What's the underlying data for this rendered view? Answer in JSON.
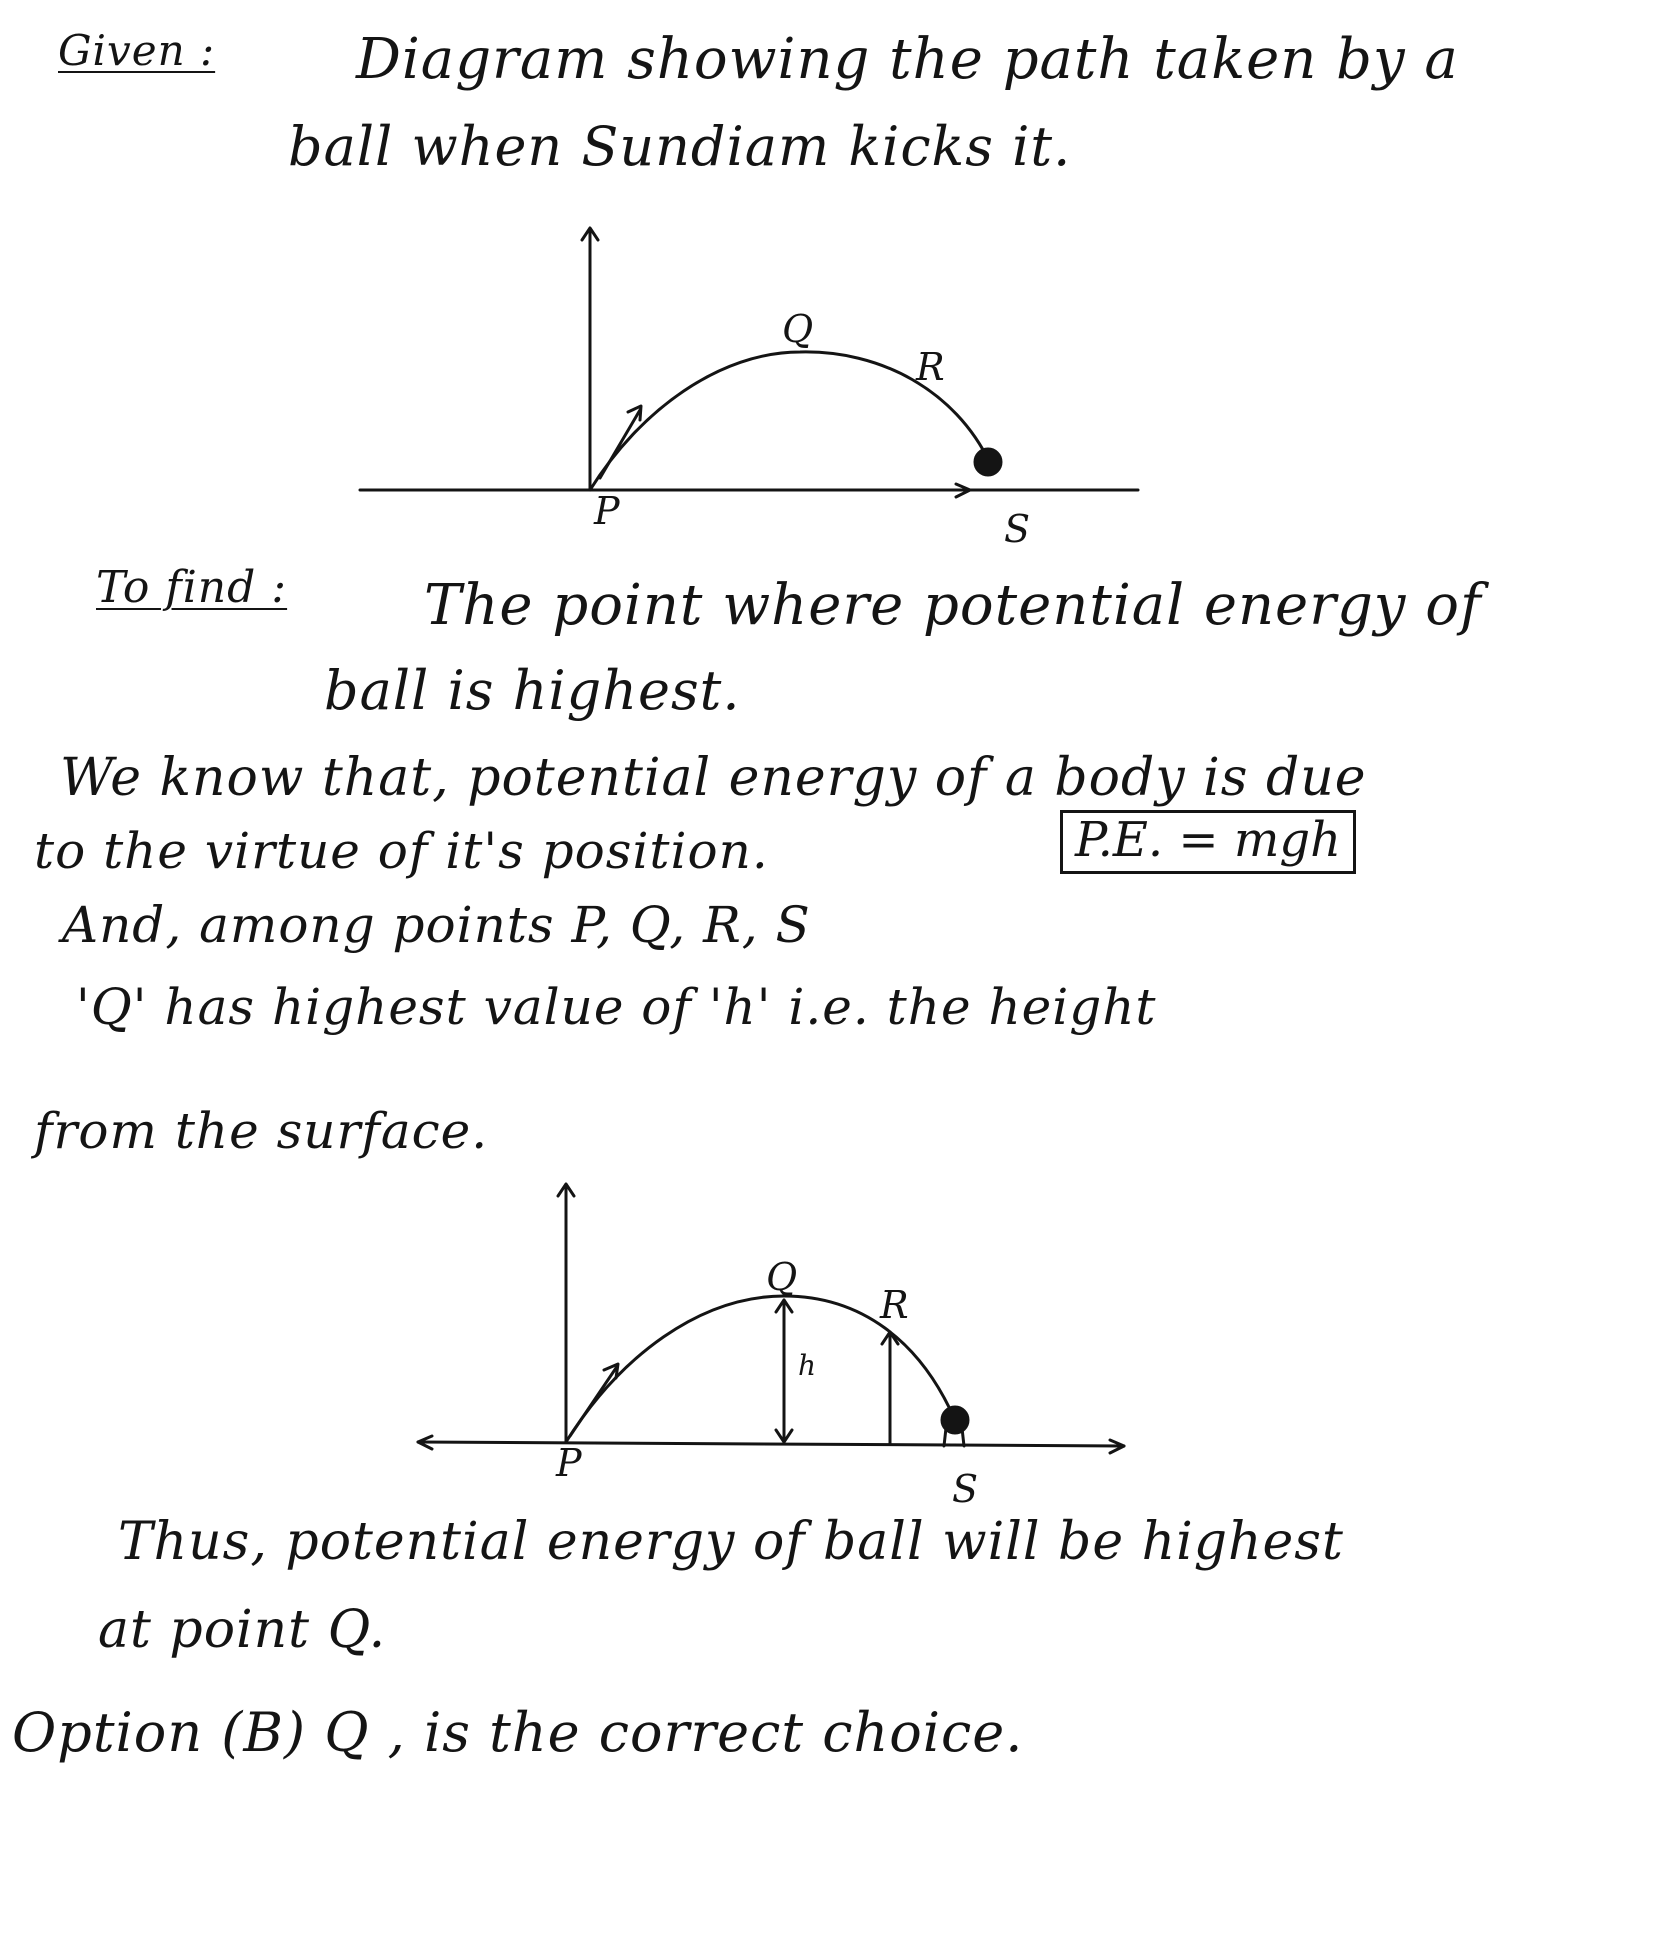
{
  "given": {
    "label": "Given :",
    "line1": "Diagram showing the path taken by a",
    "line2": "ball when Sundiam kicks it."
  },
  "diagram1": {
    "point_p": "P",
    "point_q": "Q",
    "point_r": "R",
    "point_s": "S"
  },
  "to_find": {
    "label": "To find :",
    "line1": "The point where potential energy of",
    "line2": "ball is highest."
  },
  "body": {
    "line1": "We know that, potential energy of a body is due",
    "line2": "to the virtue of it's position.",
    "formula": "P.E. = mgh",
    "line3": "And, among points P, Q, R, S",
    "line4": "'Q' has highest value of 'h' i.e. the height",
    "line5": "from the surface."
  },
  "diagram2": {
    "point_p": "P",
    "point_q": "Q",
    "point_r": "R",
    "point_s": "S",
    "height_label": "h"
  },
  "conclusion": {
    "line1": "Thus, potential energy of ball will be highest",
    "line2": "at point Q.",
    "line3": "Option (B) Q , is the correct choice."
  }
}
